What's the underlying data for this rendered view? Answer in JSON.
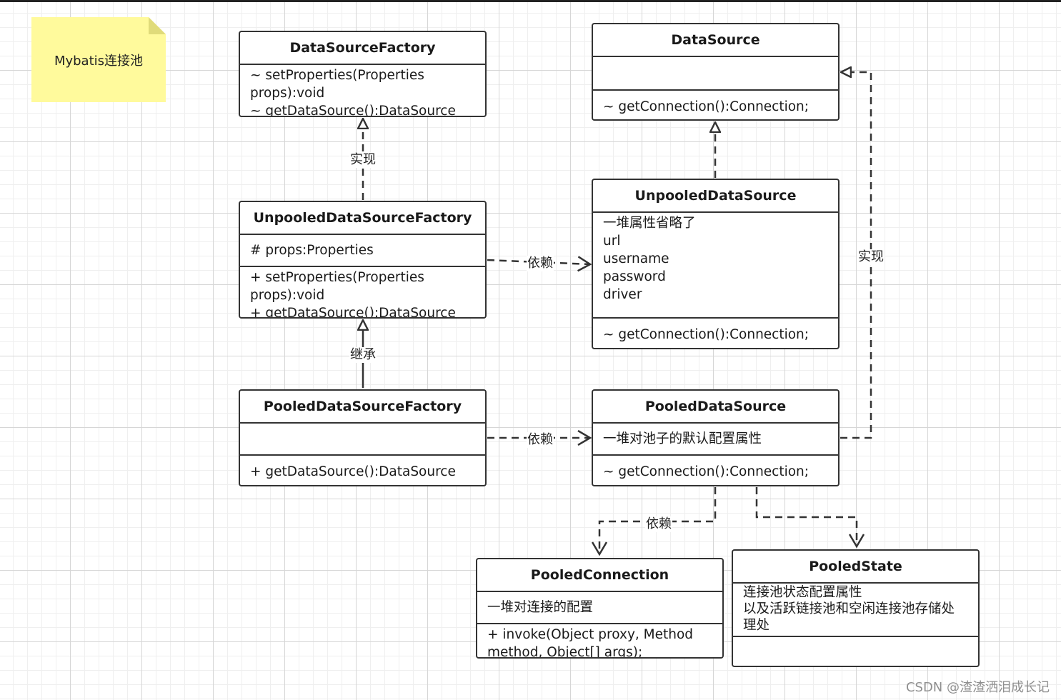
{
  "note": {
    "text": "Mybatis连接池"
  },
  "classes": {
    "datasource_factory": {
      "name": "DataSourceFactory",
      "methods": [
        "~ setProperties(Properties",
        "props):void",
        "~ getDataSource():DataSource"
      ]
    },
    "datasource": {
      "name": "DataSource",
      "methods": [
        "~ getConnection():Connection;"
      ]
    },
    "unpooled_factory": {
      "name": "UnpooledDataSourceFactory",
      "attributes": [
        "# props:Properties"
      ],
      "methods": [
        "+ setProperties(Properties",
        "props):void",
        "+ getDataSource():DataSource"
      ]
    },
    "unpooled_datasource": {
      "name": "UnpooledDataSource",
      "attributes": [
        "一堆属性省略了",
        "url",
        "username",
        "password",
        "driver"
      ],
      "methods": [
        "~ getConnection():Connection;"
      ]
    },
    "pooled_factory": {
      "name": "PooledDataSourceFactory",
      "methods": [
        "+ getDataSource():DataSource"
      ]
    },
    "pooled_datasource": {
      "name": "PooledDataSource",
      "attributes": [
        "一堆对池子的默认配置属性"
      ],
      "methods": [
        "~ getConnection():Connection;"
      ]
    },
    "pooled_connection": {
      "name": "PooledConnection",
      "attributes": [
        "一堆对连接的配置"
      ],
      "methods": [
        "+ invoke(Object proxy, Method",
        "method, Object[] args);"
      ]
    },
    "pooled_state": {
      "name": "PooledState",
      "attributes": [
        "连接池状态配置属性",
        "以及活跃链接池和空闲连接池存储处",
        "理处"
      ]
    }
  },
  "relations": {
    "implements_label_1": "实现",
    "implements_label_2": "实现",
    "extends_label": "继承",
    "depends_label_1": "依赖",
    "depends_label_2": "依赖",
    "depends_label_3": "依赖"
  },
  "watermark": "CSDN @渣渣洒泪成长记"
}
